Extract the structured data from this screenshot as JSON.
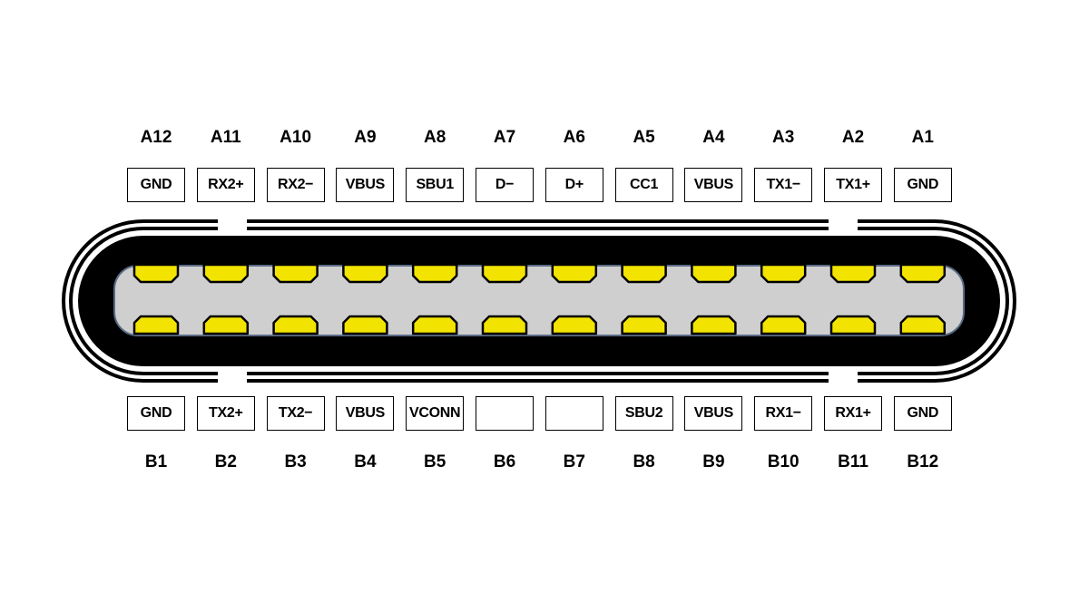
{
  "diagram": {
    "colors": {
      "shell": "#000000",
      "tongue": "#cfcfcf",
      "tongue_edge": "#5a6b86",
      "contact_fill": "#f2e400",
      "contact_outline": "#000000",
      "background": "#ffffff"
    },
    "top_row": [
      {
        "pin": "A12",
        "signal": "GND"
      },
      {
        "pin": "A11",
        "signal": "RX2+"
      },
      {
        "pin": "A10",
        "signal": "RX2−"
      },
      {
        "pin": "A9",
        "signal": "VBUS"
      },
      {
        "pin": "A8",
        "signal": "SBU1"
      },
      {
        "pin": "A7",
        "signal": "D−"
      },
      {
        "pin": "A6",
        "signal": "D+"
      },
      {
        "pin": "A5",
        "signal": "CC1"
      },
      {
        "pin": "A4",
        "signal": "VBUS"
      },
      {
        "pin": "A3",
        "signal": "TX1−"
      },
      {
        "pin": "A2",
        "signal": "TX1+"
      },
      {
        "pin": "A1",
        "signal": "GND"
      }
    ],
    "bottom_row": [
      {
        "pin": "B1",
        "signal": "GND"
      },
      {
        "pin": "B2",
        "signal": "TX2+"
      },
      {
        "pin": "B3",
        "signal": "TX2−"
      },
      {
        "pin": "B4",
        "signal": "VBUS"
      },
      {
        "pin": "B5",
        "signal": "VCONN"
      },
      {
        "pin": "B6",
        "signal": ""
      },
      {
        "pin": "B7",
        "signal": ""
      },
      {
        "pin": "B8",
        "signal": "SBU2"
      },
      {
        "pin": "B9",
        "signal": "VBUS"
      },
      {
        "pin": "B10",
        "signal": "RX1−"
      },
      {
        "pin": "B11",
        "signal": "RX1+"
      },
      {
        "pin": "B12",
        "signal": "GND"
      }
    ]
  }
}
